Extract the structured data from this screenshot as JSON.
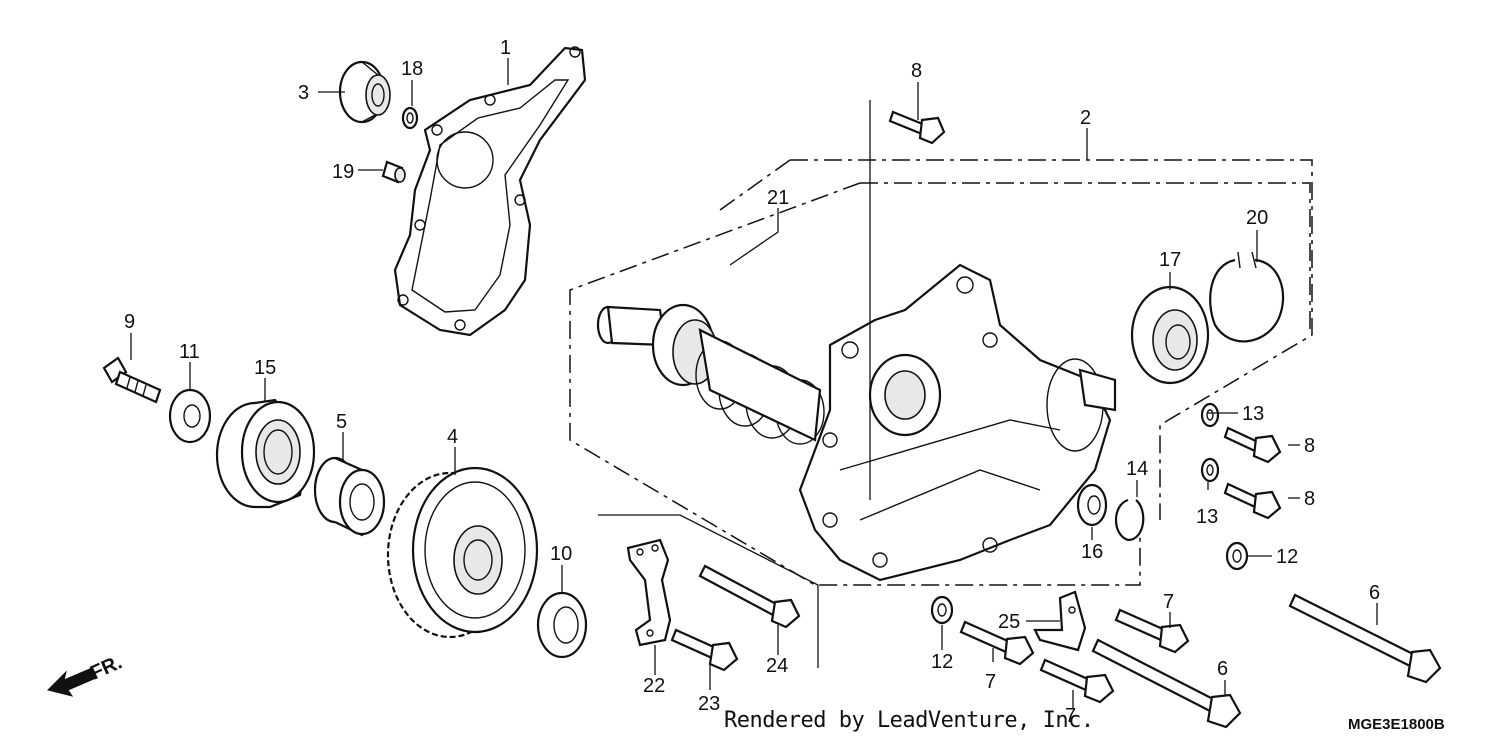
{
  "diagram": {
    "callouts": [
      {
        "id": "c1",
        "label": "1"
      },
      {
        "id": "c2",
        "label": "2"
      },
      {
        "id": "c3",
        "label": "3"
      },
      {
        "id": "c4",
        "label": "4"
      },
      {
        "id": "c5",
        "label": "5"
      },
      {
        "id": "c6a",
        "label": "6"
      },
      {
        "id": "c6b",
        "label": "6"
      },
      {
        "id": "c7a",
        "label": "7"
      },
      {
        "id": "c7b",
        "label": "7"
      },
      {
        "id": "c7c",
        "label": "7"
      },
      {
        "id": "c8a",
        "label": "8"
      },
      {
        "id": "c8b",
        "label": "8"
      },
      {
        "id": "c8c",
        "label": "8"
      },
      {
        "id": "c9",
        "label": "9"
      },
      {
        "id": "c10",
        "label": "10"
      },
      {
        "id": "c11",
        "label": "11"
      },
      {
        "id": "c12a",
        "label": "12"
      },
      {
        "id": "c12b",
        "label": "12"
      },
      {
        "id": "c13a",
        "label": "13"
      },
      {
        "id": "c13b",
        "label": "13"
      },
      {
        "id": "c14",
        "label": "14"
      },
      {
        "id": "c15",
        "label": "15"
      },
      {
        "id": "c16",
        "label": "16"
      },
      {
        "id": "c17",
        "label": "17"
      },
      {
        "id": "c18",
        "label": "18"
      },
      {
        "id": "c19",
        "label": "19"
      },
      {
        "id": "c20",
        "label": "20"
      },
      {
        "id": "c21",
        "label": "21"
      },
      {
        "id": "c22",
        "label": "22"
      },
      {
        "id": "c23",
        "label": "23"
      },
      {
        "id": "c24",
        "label": "24"
      },
      {
        "id": "c25",
        "label": "25"
      }
    ],
    "front_arrow_label": "FR.",
    "credit": "Rendered by LeadVenture, Inc.",
    "diagram_code": "MGE3E1800B"
  }
}
